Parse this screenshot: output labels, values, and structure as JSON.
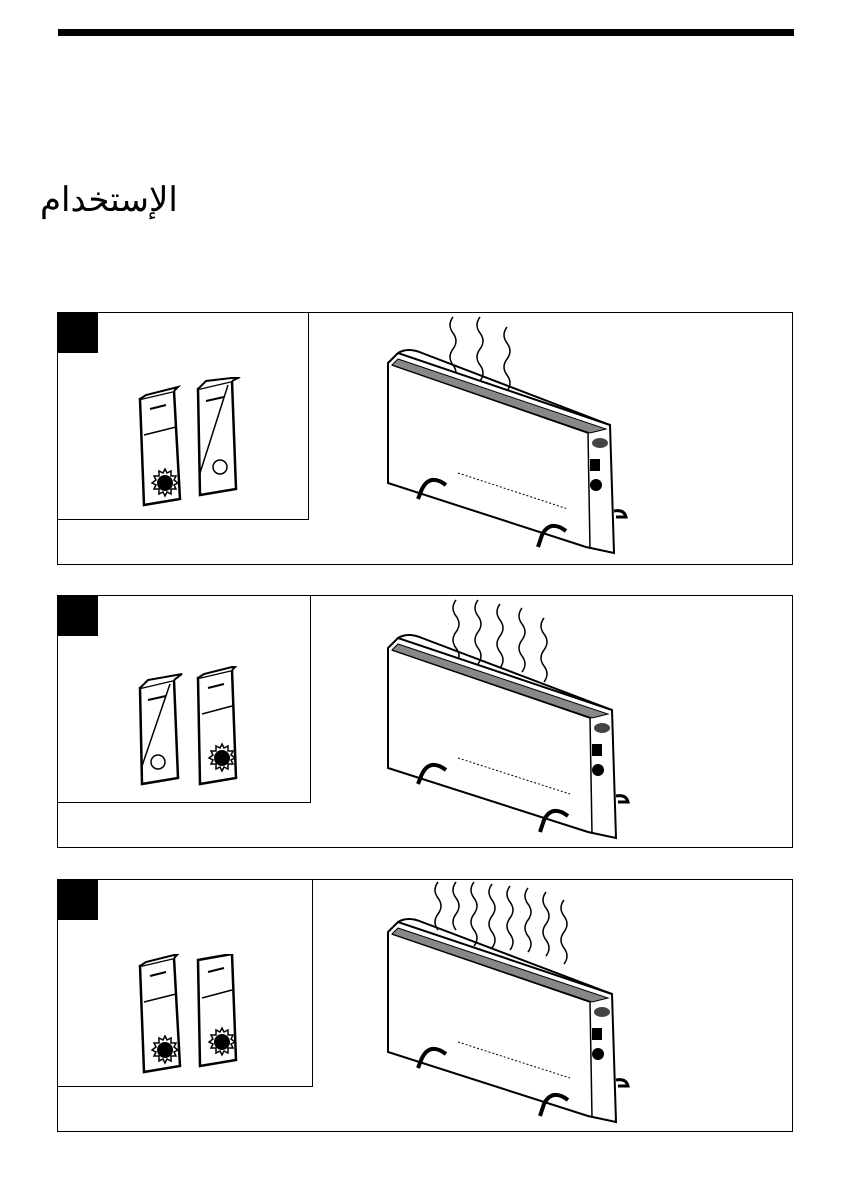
{
  "page": {
    "heading": "الإستخدام"
  },
  "panels": [
    {
      "id": 1,
      "switch_left": "on",
      "switch_right": "off",
      "heat_waves": 3
    },
    {
      "id": 2,
      "switch_left": "off",
      "switch_right": "on",
      "heat_waves": 5
    },
    {
      "id": 3,
      "switch_left": "on",
      "switch_right": "on",
      "heat_waves": 8
    }
  ],
  "icons": {
    "switch": "rocker-switch-icon",
    "heater": "convector-heater-icon"
  }
}
